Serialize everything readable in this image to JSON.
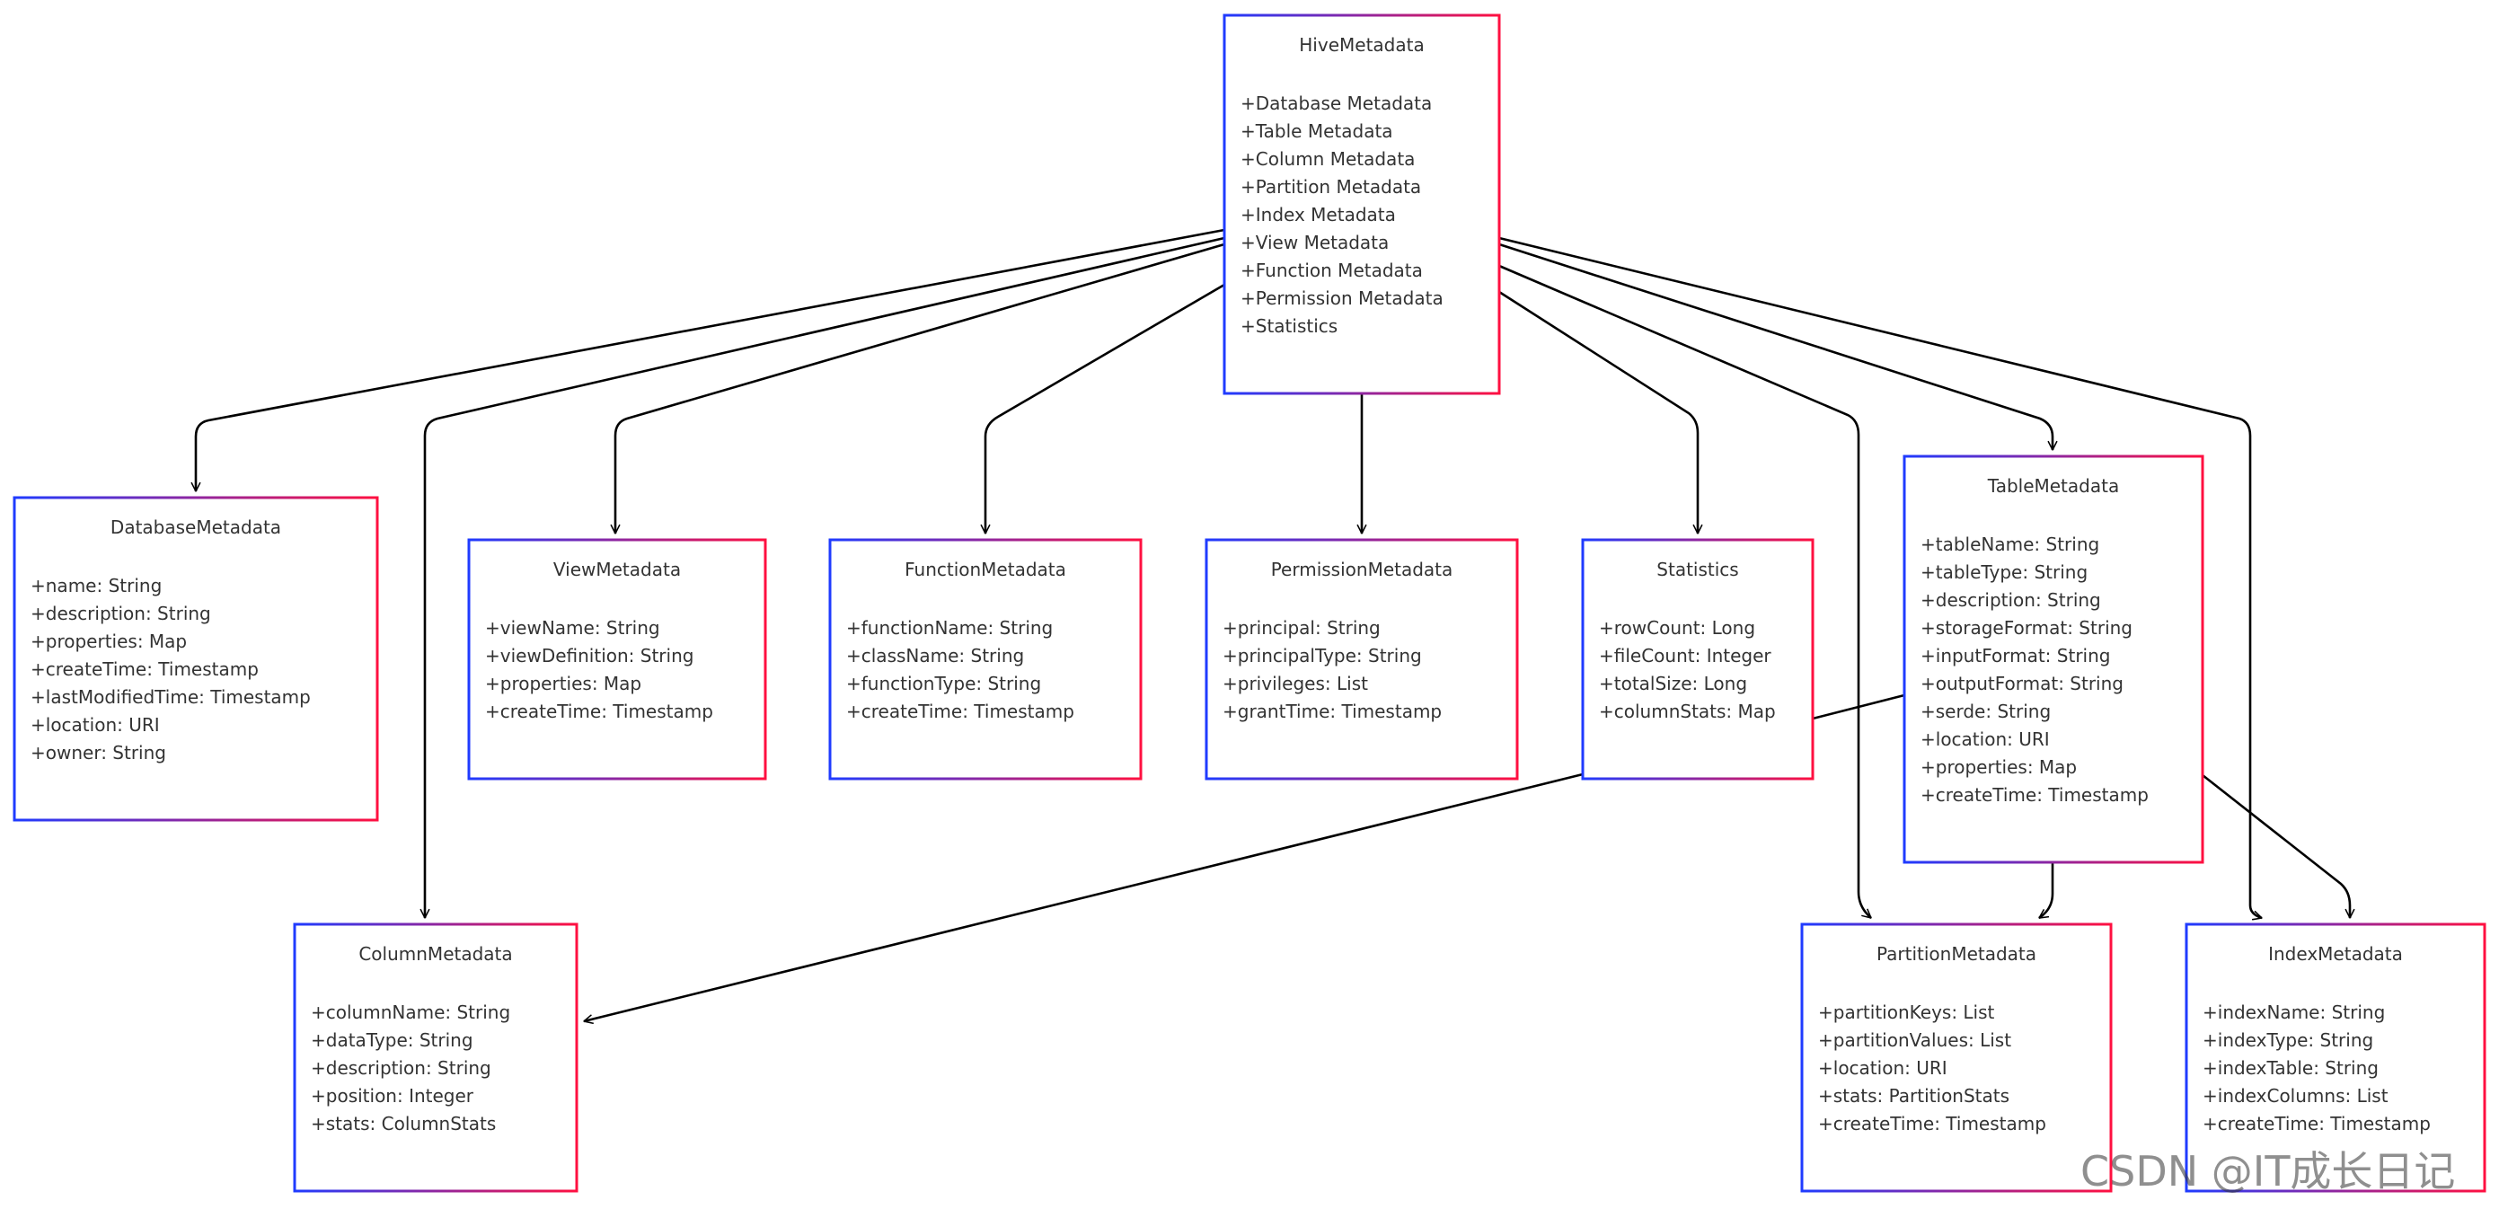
{
  "diagram": {
    "classes": [
      {
        "id": "hive",
        "name": "HiveMetadata",
        "attributes": [
          "+Database Metadata",
          "+Table Metadata",
          "+Column Metadata",
          "+Partition Metadata",
          "+Index Metadata",
          "+View Metadata",
          "+Function Metadata",
          "+Permission Metadata",
          "+Statistics"
        ]
      },
      {
        "id": "database",
        "name": "DatabaseMetadata",
        "attributes": [
          "+name: String",
          "+description: String",
          "+properties: Map",
          "+createTime: Timestamp",
          "+lastModifiedTime: Timestamp",
          "+location: URI",
          "+owner: String"
        ]
      },
      {
        "id": "view",
        "name": "ViewMetadata",
        "attributes": [
          "+viewName: String",
          "+viewDefinition: String",
          "+properties: Map",
          "+createTime: Timestamp"
        ]
      },
      {
        "id": "function",
        "name": "FunctionMetadata",
        "attributes": [
          "+functionName: String",
          "+className: String",
          "+functionType: String",
          "+createTime: Timestamp"
        ]
      },
      {
        "id": "permission",
        "name": "PermissionMetadata",
        "attributes": [
          "+principal: String",
          "+principalType: String",
          "+privileges: List",
          "+grantTime: Timestamp"
        ]
      },
      {
        "id": "statistics",
        "name": "Statistics",
        "attributes": [
          "+rowCount: Long",
          "+fileCount: Integer",
          "+totalSize: Long",
          "+columnStats: Map"
        ]
      },
      {
        "id": "table",
        "name": "TableMetadata",
        "attributes": [
          "+tableName: String",
          "+tableType: String",
          "+description: String",
          "+storageFormat: String",
          "+inputFormat: String",
          "+outputFormat: String",
          "+serde: String",
          "+location: URI",
          "+properties: Map",
          "+createTime: Timestamp"
        ]
      },
      {
        "id": "column",
        "name": "ColumnMetadata",
        "attributes": [
          "+columnName: String",
          "+dataType: String",
          "+description: String",
          "+position: Integer",
          "+stats: ColumnStats"
        ]
      },
      {
        "id": "partition",
        "name": "PartitionMetadata",
        "attributes": [
          "+partitionKeys: List",
          "+partitionValues: List",
          "+location: URI",
          "+stats: PartitionStats",
          "+createTime: Timestamp"
        ]
      },
      {
        "id": "index",
        "name": "IndexMetadata",
        "attributes": [
          "+indexName: String",
          "+indexType: String",
          "+indexTable: String",
          "+indexColumns: List",
          "+createTime: Timestamp"
        ]
      }
    ],
    "edges": [
      {
        "from": "hive",
        "to": "database"
      },
      {
        "from": "hive",
        "to": "column"
      },
      {
        "from": "hive",
        "to": "view"
      },
      {
        "from": "hive",
        "to": "function"
      },
      {
        "from": "hive",
        "to": "permission"
      },
      {
        "from": "hive",
        "to": "statistics"
      },
      {
        "from": "hive",
        "to": "partition"
      },
      {
        "from": "hive",
        "to": "table"
      },
      {
        "from": "hive",
        "to": "index"
      },
      {
        "from": "table",
        "to": "column"
      },
      {
        "from": "table",
        "to": "partition"
      },
      {
        "from": "table",
        "to": "index"
      }
    ],
    "style": {
      "border_left_color": "#1f3bff",
      "border_right_color": "#ff1040",
      "edge_color": "#000000"
    }
  },
  "watermark": "CSDN @IT成长日记"
}
